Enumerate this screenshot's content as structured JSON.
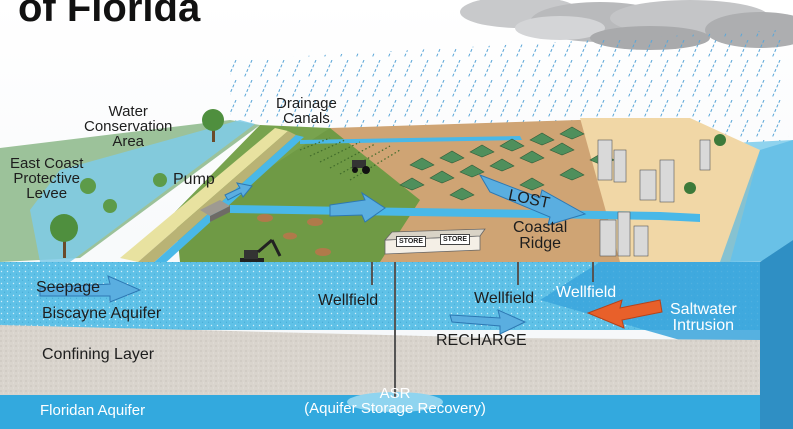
{
  "title": "of Florida",
  "labels": {
    "water_conservation_area": [
      "Water",
      "Conservation",
      "Area"
    ],
    "drainage_canals": [
      "Drainage",
      "Canals"
    ],
    "east_coast_protective_levee": [
      "East Coast",
      "Protective",
      "Levee"
    ],
    "pump": "Pump",
    "lost": "LOST",
    "coastal_ridge": [
      "Coastal",
      "Ridge"
    ],
    "seepage": "Seepage",
    "biscayne_aquifer": "Biscayne Aquifer",
    "wellfield_left": "Wellfield",
    "wellfield_center": "Wellfield",
    "wellfield_right": "Wellfield",
    "saltwater_intrusion": [
      "Saltwater",
      "Intrusion"
    ],
    "recharge": "RECHARGE",
    "confining_layer": "Confining Layer",
    "asr": "ASR",
    "asr_full": "(Aquifer Storage Recovery)",
    "floridan_aquifer": "Floridan Aquifer",
    "store_sign_1": "STORE",
    "store_sign_2": "STORE"
  },
  "colors": {
    "wetland_green": "#9cc29a",
    "farm_green": "#6f9a45",
    "soil_tan": "#cfa474",
    "beach_sand": "#f1d7a6",
    "canal_blue": "#49b8e8",
    "ocean_blue": "#7ccbe9",
    "aquifer_blue": "#5fc1e7",
    "confining_gray": "#d9d4cd",
    "floridan_blue": "#33a9de",
    "arrow_blue": "#5aaee0",
    "saltwater_orange": "#e8602a"
  }
}
